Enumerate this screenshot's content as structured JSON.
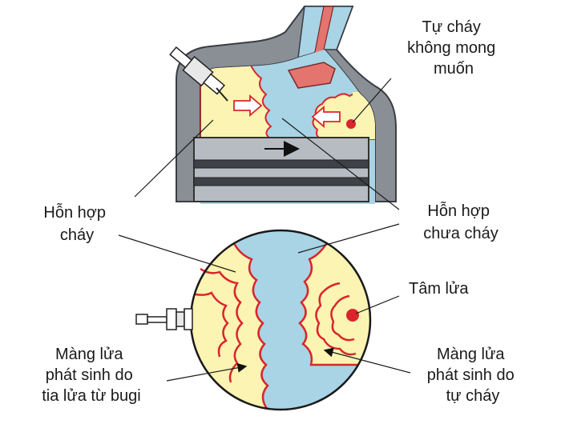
{
  "labels": {
    "autoignition": [
      "Tự cháy",
      "không mong",
      "muốn"
    ],
    "burned_mixture": [
      "Hỗn hợp",
      "cháy"
    ],
    "unburned_mixture": [
      "Hỗn hợp",
      "chưa cháy"
    ],
    "flame_center": [
      "Tâm lửa"
    ],
    "spark_flame_front": [
      "Màng lửa",
      "phát sinh do",
      "tia lửa từ bugi"
    ],
    "auto_flame_front": [
      "Màng lửa",
      "phát sinh do",
      "tự cháy"
    ]
  },
  "colors": {
    "unburned": "#a8d4e6",
    "burned": "#fbf4b2",
    "flame_line": "#d9262c",
    "wall": "#8a8f96",
    "piston": "#b7bcc2",
    "exhaust_valve": "#e4746e"
  }
}
